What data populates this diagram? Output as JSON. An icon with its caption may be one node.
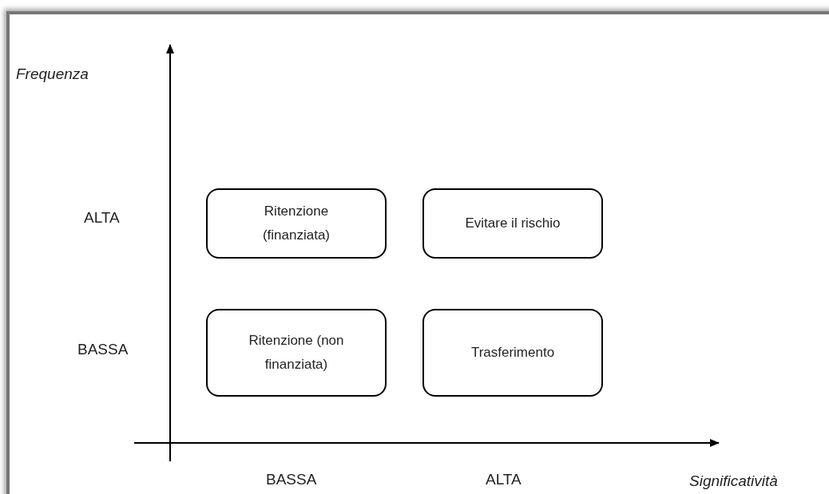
{
  "diagram": {
    "nodes": [
      {
        "text": [
          "Ritenzione (finanziata)"
        ]
      },
      {
        "text": [
          "Evitare il rischio"
        ]
      },
      {
        "text": [
          "Ritenzione (non finanziata)"
        ]
      },
      {
        "text": [
          "Trasferimento"
        ]
      }
    ],
    "labels": [
      "Frequenza",
      "ALTA",
      "BASSA",
      "BASSA",
      "ALTA",
      "Significatività"
    ]
  }
}
